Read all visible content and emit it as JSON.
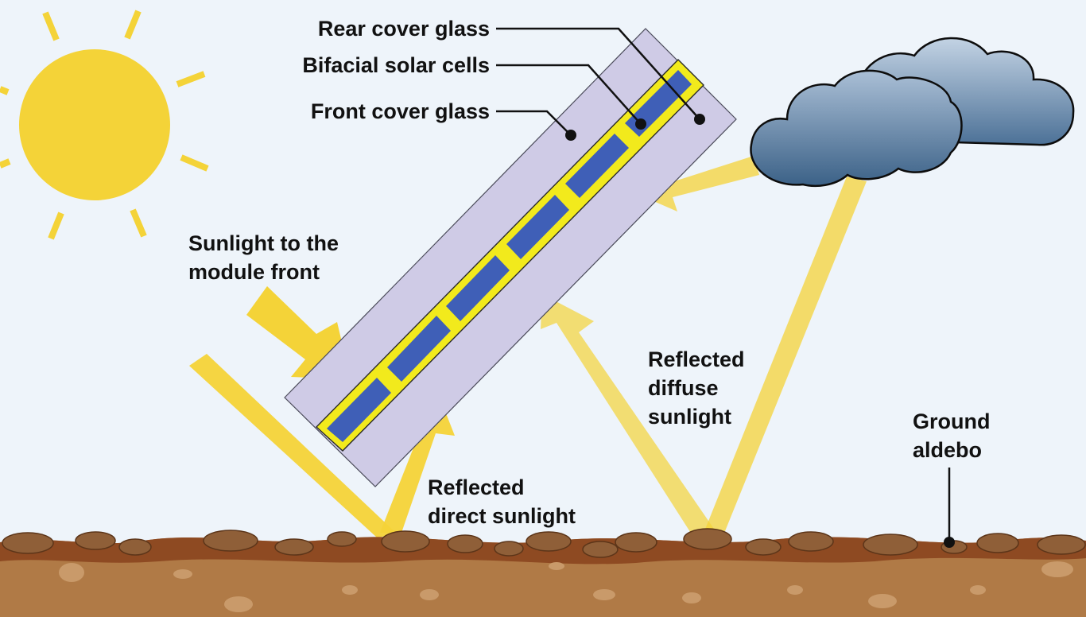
{
  "diagram": {
    "labels": {
      "rear_cover_glass": "Rear cover glass",
      "bifacial_solar_cells": "Bifacial solar cells",
      "front_cover_glass": "Front cover glass",
      "sunlight_front_line1": "Sunlight to the",
      "sunlight_front_line2": "module front",
      "reflected_direct_line1": "Reflected",
      "reflected_direct_line2": "direct sunlight",
      "reflected_diffuse_line1": "Reflected",
      "reflected_diffuse_line2": "diffuse",
      "reflected_diffuse_line3": "sunlight",
      "ground_line1": "Ground",
      "ground_line2": "aldebo"
    },
    "colors": {
      "background": "#eef4fa",
      "sun": "#f4d338",
      "beam": "#f4d338",
      "glass": "#cfcbe6",
      "cell_frame": "#f2ea1c",
      "cell": "#3f5fb7",
      "cloud_top": "#8fa9c6",
      "cloud_bottom": "#3f6589",
      "soil": "#b07a46",
      "soil_dark": "#8e4a22",
      "rock": "#8f5f38"
    }
  }
}
